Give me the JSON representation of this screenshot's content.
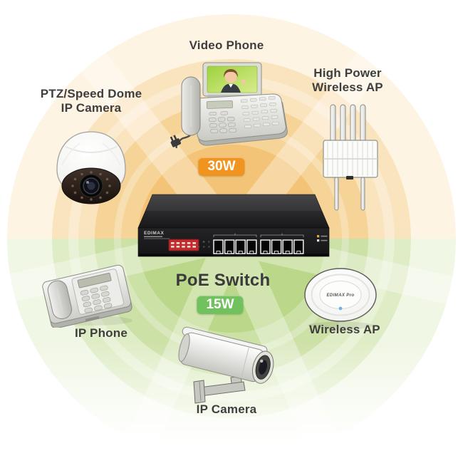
{
  "diagram": {
    "title": "PoE Switch",
    "badge_top": "30W",
    "badge_bottom": "15W",
    "switch": {
      "brand": "EDIMAX"
    },
    "devices": {
      "video_phone": {
        "label": "Video Phone"
      },
      "ptz_camera": {
        "label_line1": "PTZ/Speed Dome",
        "label_line2": "IP Camera"
      },
      "high_power_ap": {
        "label_line1": "High Power",
        "label_line2": "Wireless AP"
      },
      "ip_phone": {
        "label": "IP Phone"
      },
      "ip_camera": {
        "label": "IP Camera"
      },
      "wireless_ap": {
        "label": "Wireless AP",
        "brand": "EDIMAX Pro"
      }
    },
    "colors": {
      "badge_top_bg": "#F0941F",
      "badge_bottom_bg": "#71C15F",
      "label_text": "#3E3E3E",
      "orange_zone": "#F3C478",
      "green_zone": "#BBD789"
    }
  }
}
